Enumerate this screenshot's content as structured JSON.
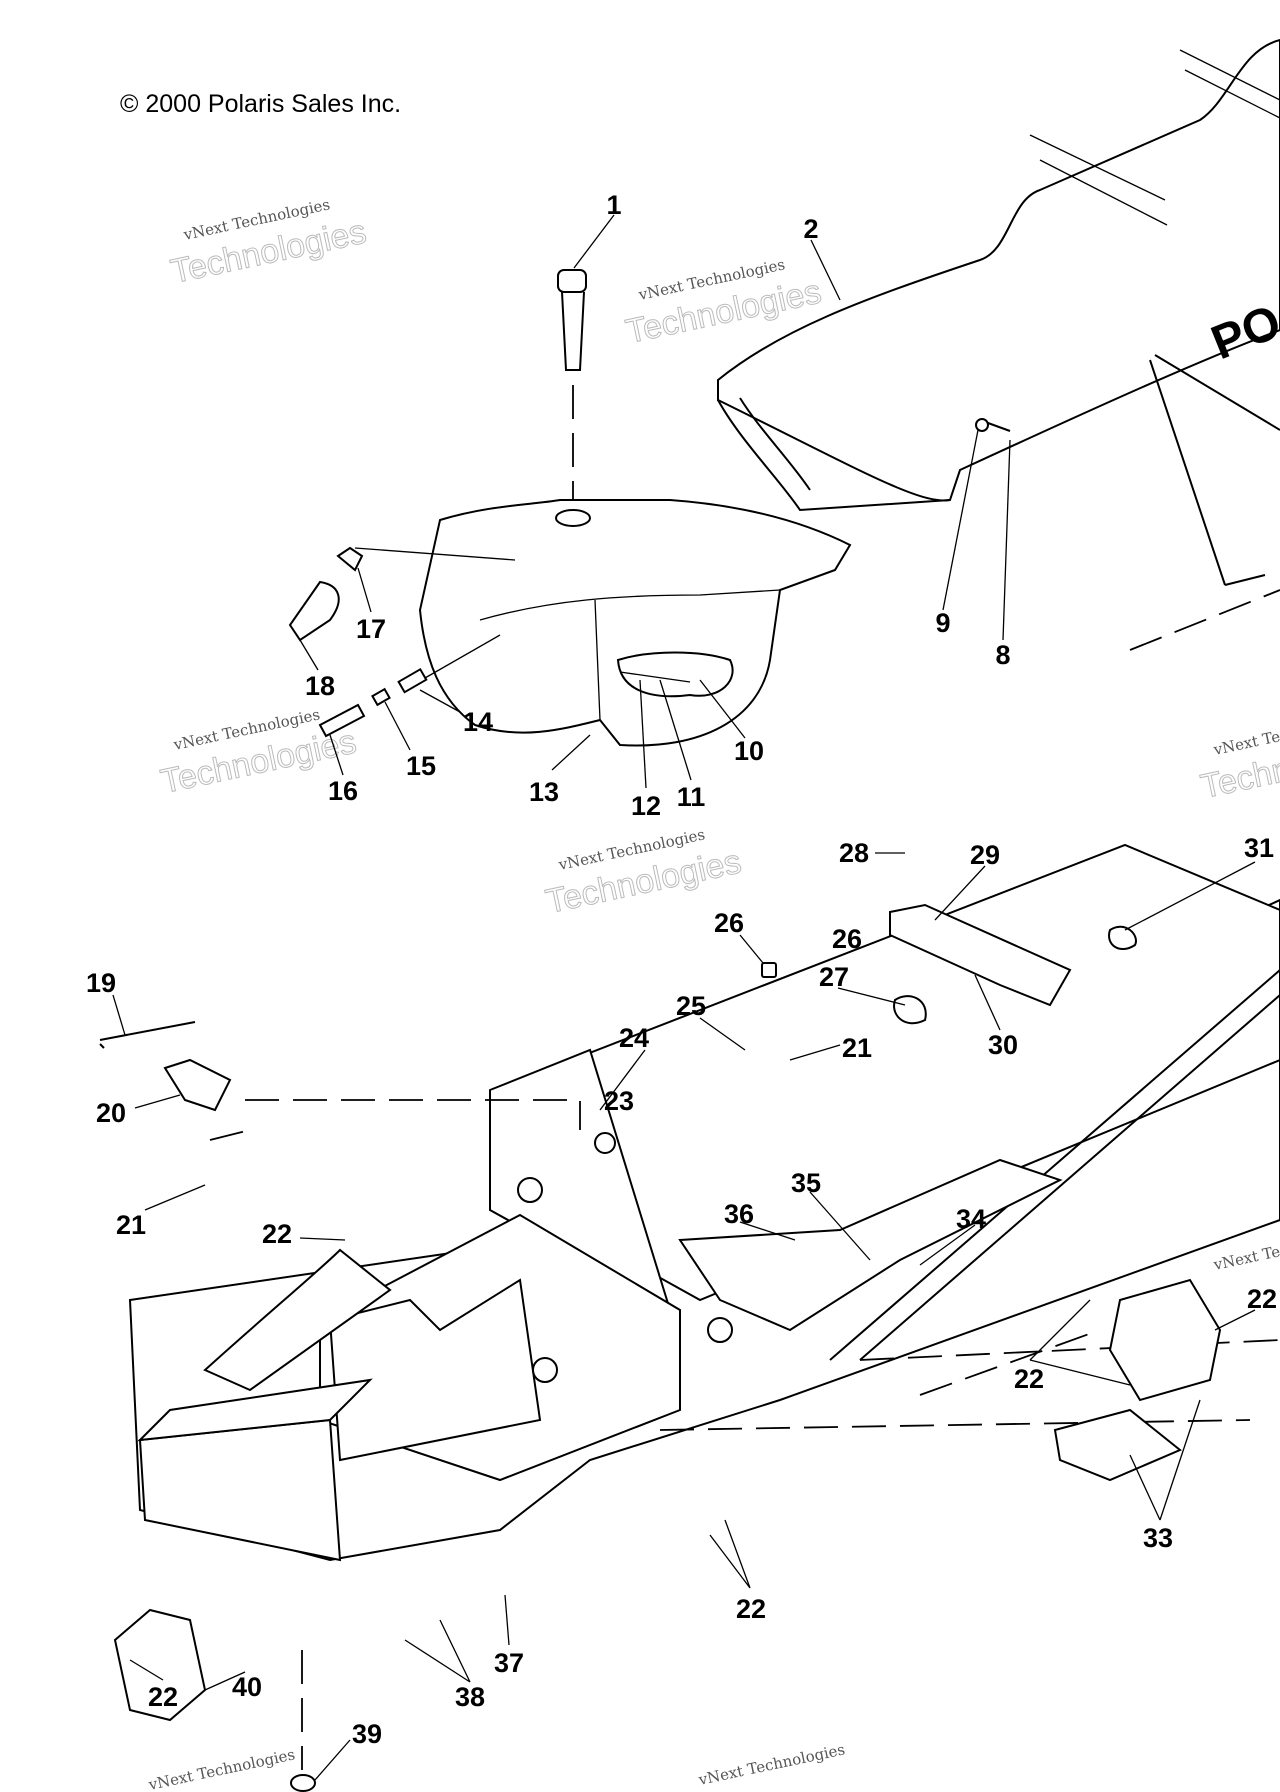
{
  "copyright": "© 2000 Polaris Sales Inc.",
  "watermark": "vNext Technologies",
  "seat_logo": "PO",
  "callouts": [
    "1",
    "2",
    "8",
    "9",
    "10",
    "11",
    "12",
    "13",
    "14",
    "15",
    "16",
    "17",
    "18",
    "19",
    "20",
    "21",
    "21",
    "22",
    "22",
    "22",
    "22",
    "22",
    "23",
    "24",
    "25",
    "26",
    "26",
    "27",
    "28",
    "29",
    "30",
    "31",
    "33",
    "34",
    "35",
    "36",
    "37",
    "38",
    "39",
    "40"
  ]
}
